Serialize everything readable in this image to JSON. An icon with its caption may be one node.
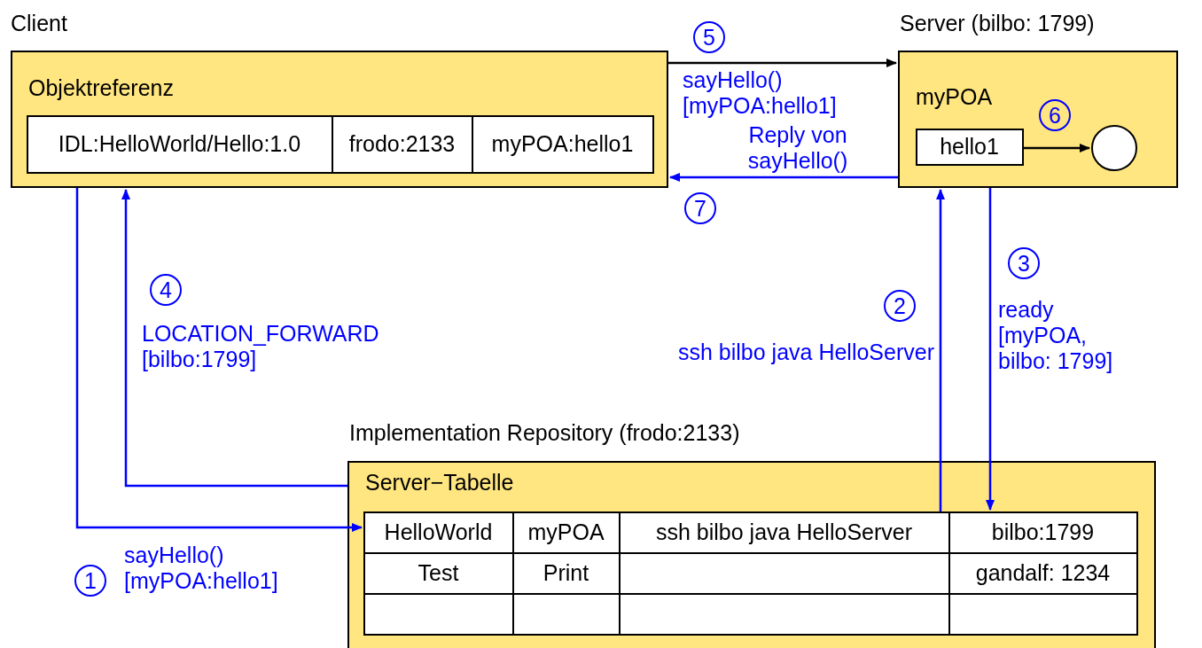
{
  "diagram": {
    "nodes": [
      {
        "text": [
          "Client",
          "Objektreferenz"
        ]
      },
      {
        "text": [
          "IDL:HelloWorld/Hello:1.0"
        ],
        "in": 0
      },
      {
        "text": [
          "frodo:2133"
        ],
        "in": 0
      },
      {
        "text": [
          "myPOA:hello1"
        ],
        "in": 0
      },
      {
        "text": [
          "Server (bilbo: 1799)",
          "myPOA"
        ]
      },
      {
        "text": [
          "hello1"
        ],
        "in": 4
      },
      {
        "text": [],
        "shape": "circle",
        "in": 4
      },
      {
        "text": [
          "Implementation Repository (frodo:2133)",
          "Server−Tabelle"
        ]
      },
      {
        "text": [
          "HelloWorld"
        ],
        "in": 7
      },
      {
        "text": [
          "myPOA"
        ],
        "in": 7
      },
      {
        "text": [
          "ssh bilbo  java HelloServer"
        ],
        "in": 7
      },
      {
        "text": [
          "bilbo:1799"
        ],
        "in": 7
      },
      {
        "text": [
          "Test"
        ],
        "in": 7
      },
      {
        "text": [
          "Print"
        ],
        "in": 7
      },
      {
        "text": [],
        "shape": "box",
        "in": 7
      },
      {
        "text": [
          "gandalf: 1234"
        ],
        "in": 7
      },
      {
        "text": [],
        "shape": "box",
        "in": 7
      },
      {
        "text": [],
        "shape": "box",
        "in": 7
      },
      {
        "text": [],
        "shape": "box",
        "in": 7
      },
      {
        "text": [],
        "shape": "box",
        "in": 7
      }
    ],
    "edges": [
      {
        "from": 0,
        "to": 8,
        "arrow": "to",
        "label": "sayHello() [myPOA:hello1]"
      },
      {
        "from": 7,
        "to": 0,
        "arrow": "to",
        "label": "LOCATION_FORWARD [bilbo:1799]"
      },
      {
        "from": 10,
        "to": 4,
        "arrow": "to",
        "label": "ssh bilbo java HelloServer"
      },
      {
        "from": 4,
        "to": 11,
        "arrow": "to",
        "label": "ready [myPOA, bilbo: 1799]"
      },
      {
        "from": 0,
        "to": 4,
        "arrow": "to",
        "label": "sayHello() [myPOA:hello1]",
        "color": "#000000"
      },
      {
        "from": 5,
        "to": 6,
        "arrow": "to",
        "color": "#000000"
      },
      {
        "from": 4,
        "to": 0,
        "arrow": "to",
        "label": "Reply von sayHello()"
      }
    ],
    "labels": [
      "1",
      "2",
      "3",
      "4",
      "5",
      "6",
      "7"
    ]
  }
}
